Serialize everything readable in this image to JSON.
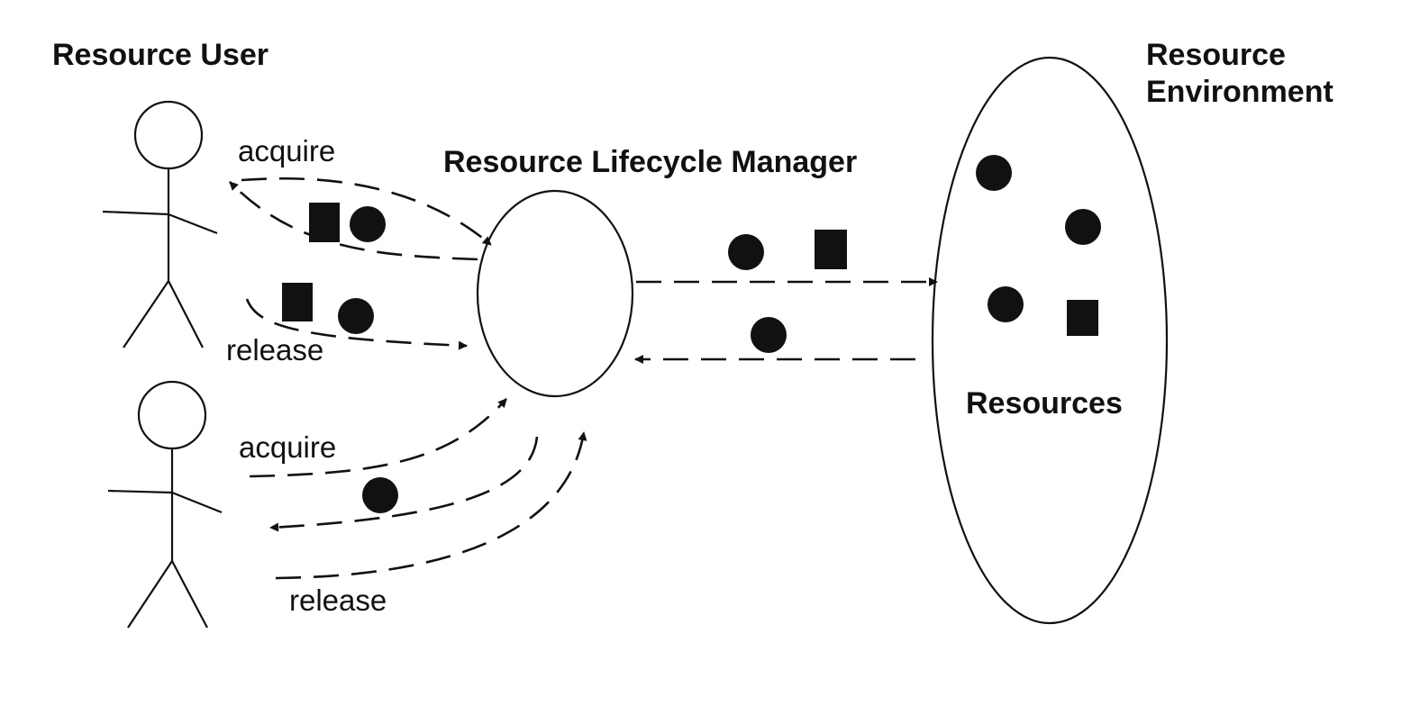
{
  "labels": {
    "resource_user": "Resource User",
    "resource_environment_line1": "Resource",
    "resource_environment_line2": "Environment",
    "lifecycle_manager": "Resource Lifecycle Manager",
    "resources": "Resources"
  },
  "flows": {
    "user1_acquire": "acquire",
    "user1_release": "release",
    "user2_acquire": "acquire",
    "user2_release": "release"
  },
  "icons": {
    "actor": "stick-figure-icon",
    "resource_round": "filled-circle-icon",
    "resource_square": "filled-square-icon",
    "container": "ellipse-icon"
  },
  "colors": {
    "ink": "#111111",
    "background": "#ffffff"
  }
}
